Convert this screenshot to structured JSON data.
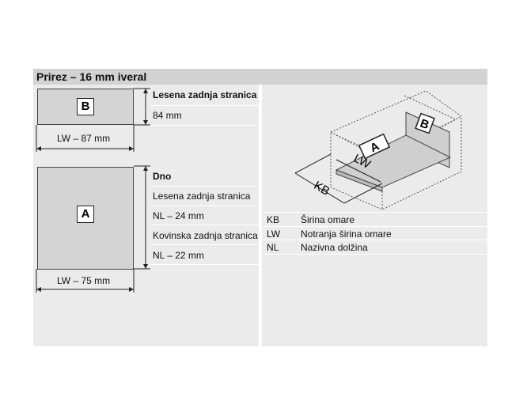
{
  "title": "Prirez – 16 mm iveral",
  "panel_b": {
    "label": "B",
    "width_dim": "LW – 87 mm",
    "heading": "Lesena zadnja stranica",
    "height": "84 mm"
  },
  "panel_a": {
    "label": "A",
    "width_dim": "LW – 75 mm",
    "heading": "Dno",
    "rows": [
      "Lesena zadnja stranica",
      "NL – 24 mm",
      "Kovinska zadnja stranica",
      "NL – 22 mm"
    ]
  },
  "diagram": {
    "label_a": "A",
    "label_b": "B",
    "lw": "LW",
    "kb": "KB"
  },
  "legend": [
    {
      "code": "KB",
      "text": "Širina omare"
    },
    {
      "code": "LW",
      "text": "Notranja širina omare"
    },
    {
      "code": "NL",
      "text": "Nazivna dolžina"
    }
  ]
}
